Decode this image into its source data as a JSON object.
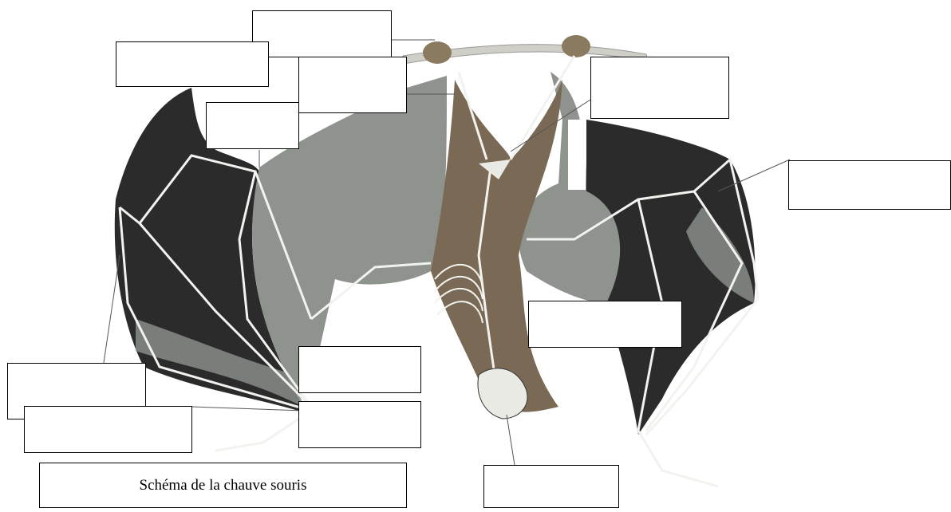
{
  "caption": "Schéma de la chauve souris",
  "diagram": {
    "subject": "bat skeleton over bat silhouette",
    "colors": {
      "membrane_dark": "#2a2a2a",
      "membrane_grey": "#8c918c",
      "body_brown": "#7a6a55",
      "bone": "#f2f2ee",
      "branch": "#cfcfc8",
      "line": "#000000"
    }
  },
  "labels": {
    "count": 12
  }
}
